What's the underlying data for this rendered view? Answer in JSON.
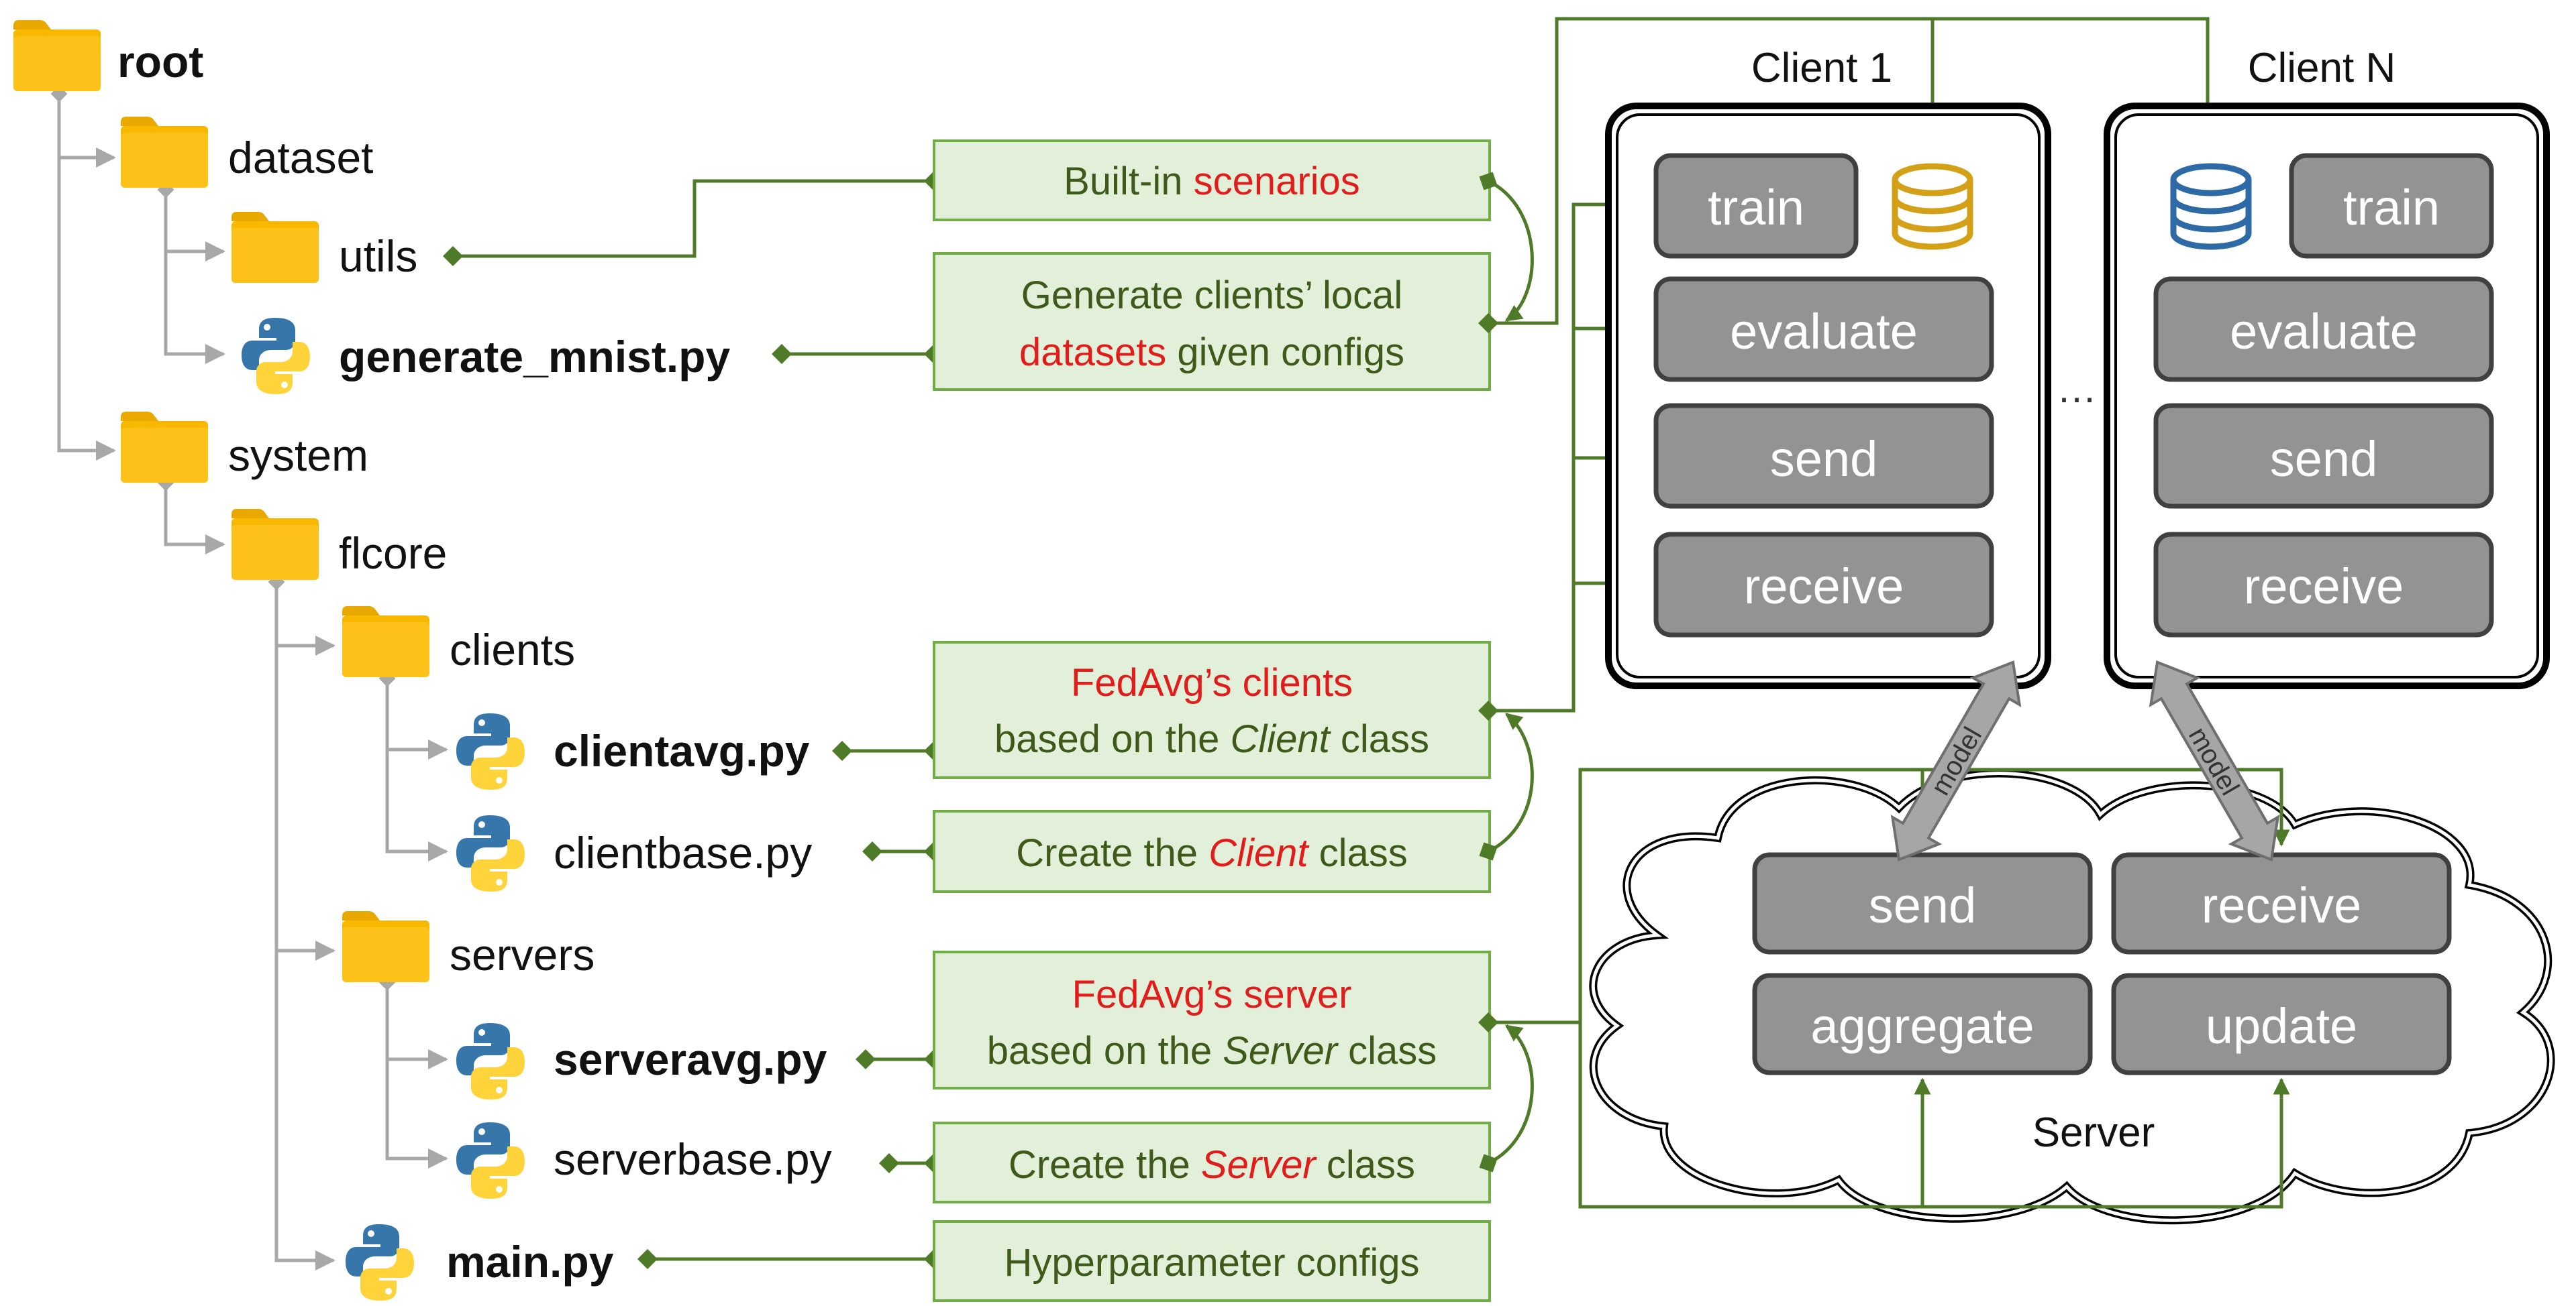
{
  "tree": {
    "root": "root",
    "dataset": "dataset",
    "utils": "utils",
    "generate_mnist": "generate_mnist.py",
    "system": "system",
    "flcore": "flcore",
    "clients": "clients",
    "clientavg": "clientavg.py",
    "clientbase": "clientbase.py",
    "servers": "servers",
    "serveravg": "serveravg.py",
    "serverbase": "serverbase.py",
    "main": "main.py"
  },
  "notes": {
    "builtin_a": "Built-in ",
    "builtin_b": "scenarios",
    "generate_l1": "Generate clients’ local",
    "generate_l2a": "datasets",
    "generate_l2b": " given configs",
    "fedavg_clients_l1": "FedAvg’s clients",
    "fedavg_clients_l2a": "based on the ",
    "fedavg_clients_l2b": "Client",
    "fedavg_clients_l2c": " class",
    "create_client_a": "Create the ",
    "create_client_b": "Client",
    "create_client_c": " class",
    "fedavg_server_l1": "FedAvg’s server",
    "fedavg_server_l2a": "based on the ",
    "fedavg_server_l2b": "Server",
    "fedavg_server_l2c": " class",
    "create_server_a": "Create the ",
    "create_server_b": "Server",
    "create_server_c": " class",
    "hyperparams": "Hyperparameter configs"
  },
  "client1": {
    "title": "Client 1",
    "train": "train",
    "evaluate": "evaluate",
    "send": "send",
    "receive": "receive"
  },
  "ellipsis": "…",
  "clientN": {
    "title": "Client N",
    "train": "train",
    "evaluate": "evaluate",
    "send": "send",
    "receive": "receive"
  },
  "model_label": "model",
  "server": {
    "title": "Server",
    "send": "send",
    "receive": "receive",
    "aggregate": "aggregate",
    "update": "update"
  },
  "colors": {
    "folder": "#f5b800",
    "line_green": "#4f7a28",
    "note_fill": "#e2efd9",
    "note_border": "#70ad47",
    "button_fill": "#939393",
    "highlight_red": "#e21b1b",
    "db_gold": "#d4a017",
    "db_blue": "#2e6aa6"
  },
  "icons": {
    "folder": "folder-icon",
    "python": "python-logo-icon",
    "database": "database-icon"
  }
}
